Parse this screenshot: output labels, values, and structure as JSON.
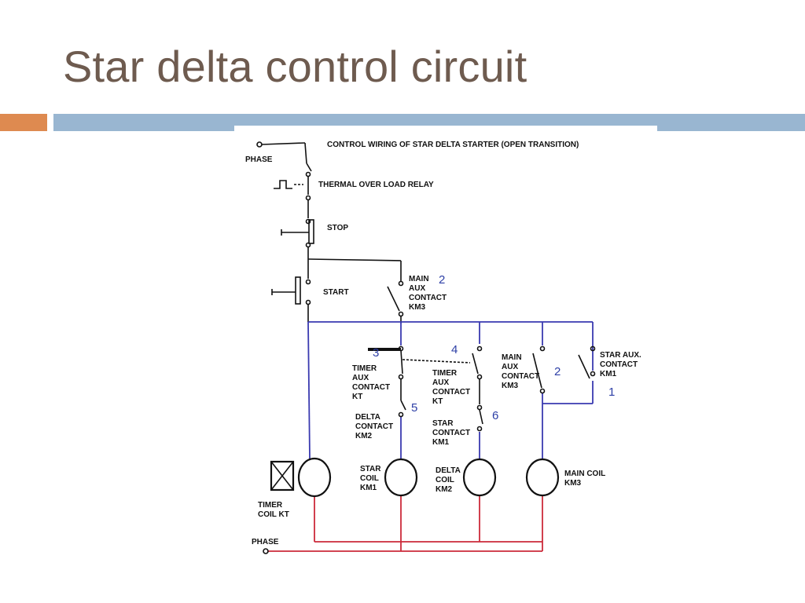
{
  "slide": {
    "title": "Star delta control circuit"
  },
  "diagram": {
    "heading": "CONTROL WIRING OF STAR DELTA STARTER (OPEN TRANSITION)",
    "phase_top": "PHASE",
    "phase_bottom": "PHASE",
    "thermal_overload": "THERMAL OVER LOAD RELAY",
    "stop": "STOP",
    "start": "START",
    "main_aux_km3": [
      "MAIN",
      "AUX",
      "CONTACT",
      "KM3"
    ],
    "timer_aux_kt_1": [
      "TIMER",
      "AUX",
      "CONTACT",
      "KT"
    ],
    "timer_aux_kt_2": [
      "TIMER",
      "AUX",
      "CONTACT",
      "KT"
    ],
    "delta_contact_km2": [
      "DELTA",
      "CONTACT",
      "KM2"
    ],
    "star_contact_km1": [
      "STAR",
      "CONTACT",
      "KM1"
    ],
    "main_aux_km3_right": [
      "MAIN",
      "AUX",
      "CONTACT",
      "KM3"
    ],
    "star_aux_km1": [
      "STAR AUX.",
      "CONTACT",
      "KM1"
    ],
    "timer_coil_kt": [
      "TIMER",
      "COIL KT"
    ],
    "star_coil_km1": [
      "STAR",
      "COIL",
      "KM1"
    ],
    "delta_coil_km2": [
      "DELTA",
      "COIL",
      "KM2"
    ],
    "main_coil_km3": [
      "MAIN COIL",
      "KM3"
    ],
    "markers": [
      "2",
      "3",
      "4",
      "5",
      "6",
      "2",
      "1"
    ]
  }
}
